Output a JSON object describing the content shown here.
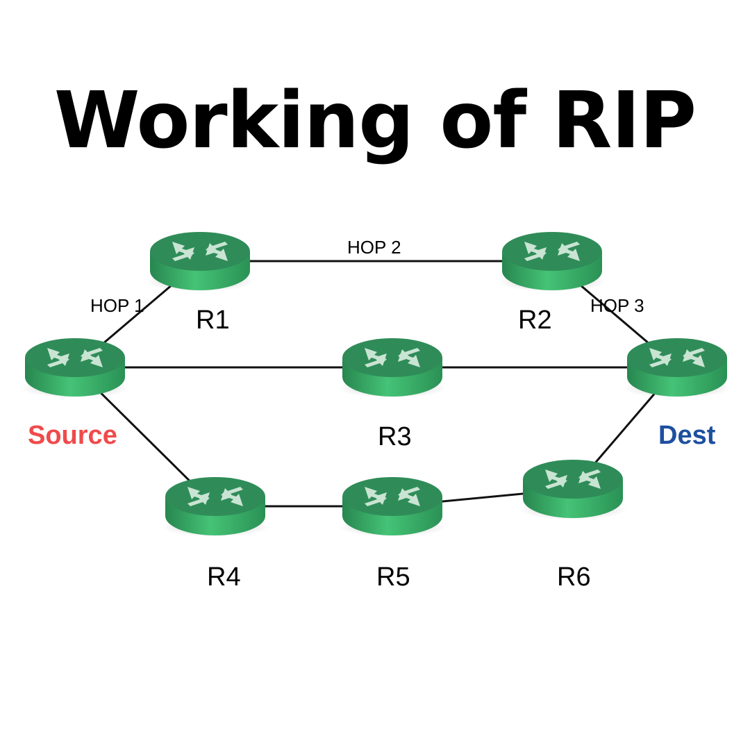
{
  "title": "Working of RIP",
  "colors": {
    "router_top": "#2e8b57",
    "router_side": "#3cb66a",
    "router_side_dark": "#23804a",
    "link": "#111111",
    "source": "#f04a4a",
    "dest": "#1e4fa0"
  },
  "nodes": {
    "source": {
      "label": "Source"
    },
    "r1": {
      "label": "R1"
    },
    "r2": {
      "label": "R2"
    },
    "r3": {
      "label": "R3"
    },
    "dest": {
      "label": "Dest"
    },
    "r4": {
      "label": "R4"
    },
    "r5": {
      "label": "R5"
    },
    "r6": {
      "label": "R6"
    }
  },
  "hops": {
    "hop1": "HOP 1",
    "hop2": "HOP 2",
    "hop3": "HOP 3"
  },
  "links": [
    [
      "source",
      "r1"
    ],
    [
      "r1",
      "r2"
    ],
    [
      "r2",
      "dest"
    ],
    [
      "source",
      "r3"
    ],
    [
      "r3",
      "dest"
    ],
    [
      "source",
      "r4"
    ],
    [
      "r4",
      "r5"
    ],
    [
      "r5",
      "r6"
    ],
    [
      "r6",
      "dest"
    ]
  ]
}
